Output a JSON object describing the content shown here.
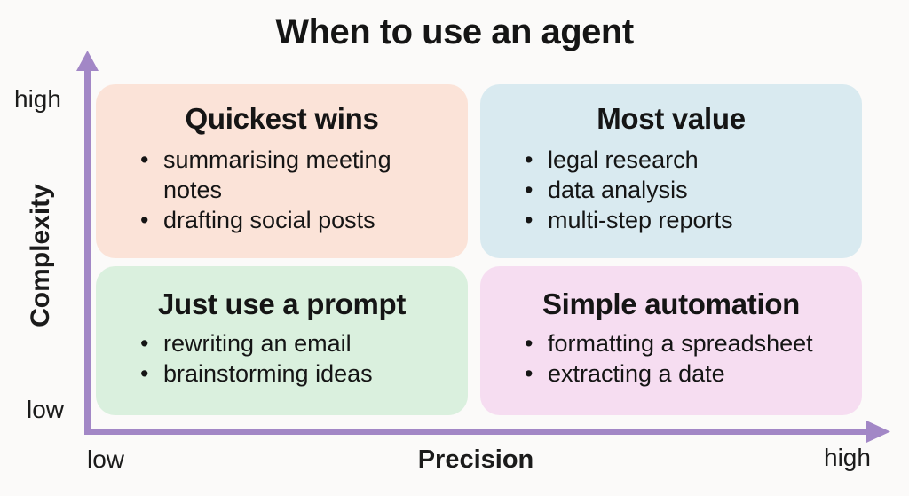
{
  "title": "When to use an agent",
  "y_axis": {
    "label": "Complexity",
    "high": "high",
    "low": "low"
  },
  "x_axis": {
    "label": "Precision",
    "low": "low",
    "high": "high"
  },
  "quadrants": {
    "top_left": {
      "title": "Quickest wins",
      "items": [
        "summarising meeting notes",
        "drafting social posts"
      ],
      "bg": "#fbe3d8"
    },
    "top_right": {
      "title": "Most value",
      "items": [
        "legal research",
        "data analysis",
        "multi-step reports"
      ],
      "bg": "#d9eaf0"
    },
    "bottom_left": {
      "title": "Just use a prompt",
      "items": [
        "rewriting an email",
        "brainstorming ideas"
      ],
      "bg": "#daf0de"
    },
    "bottom_right": {
      "title": "Simple automation",
      "items": [
        "formatting a spreadsheet",
        "extracting a date"
      ],
      "bg": "#f6ddf1"
    }
  },
  "colors": {
    "axis": "#a287c6",
    "text": "#151515",
    "background": "#fbfaf9"
  }
}
